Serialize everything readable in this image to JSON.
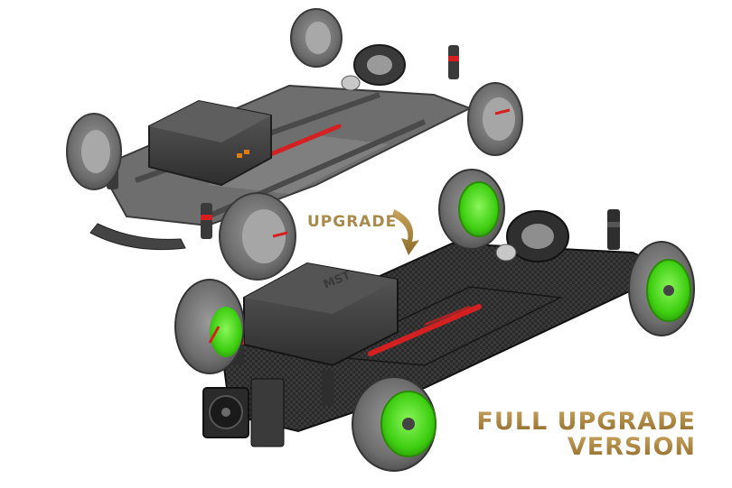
{
  "upgrade_label": "UPGRADE",
  "headline": {
    "line1": "FULL UPGRADE",
    "line2": "VERSION"
  },
  "logo_text": "MST",
  "colors": {
    "background": "#ffffff",
    "chassis_grey": "#5a5a5a",
    "carbon": "#2c2c2c",
    "tire_grey": "#7a7a7a",
    "accent_red": "#d42020",
    "rim_green": "#4ee017",
    "gold_text": "#a88a4c"
  },
  "images": [
    {
      "name": "stock-chassis",
      "description_icon": "rc-car-chassis-icon"
    },
    {
      "name": "upgraded-chassis",
      "description_icon": "rc-car-chassis-icon"
    }
  ]
}
